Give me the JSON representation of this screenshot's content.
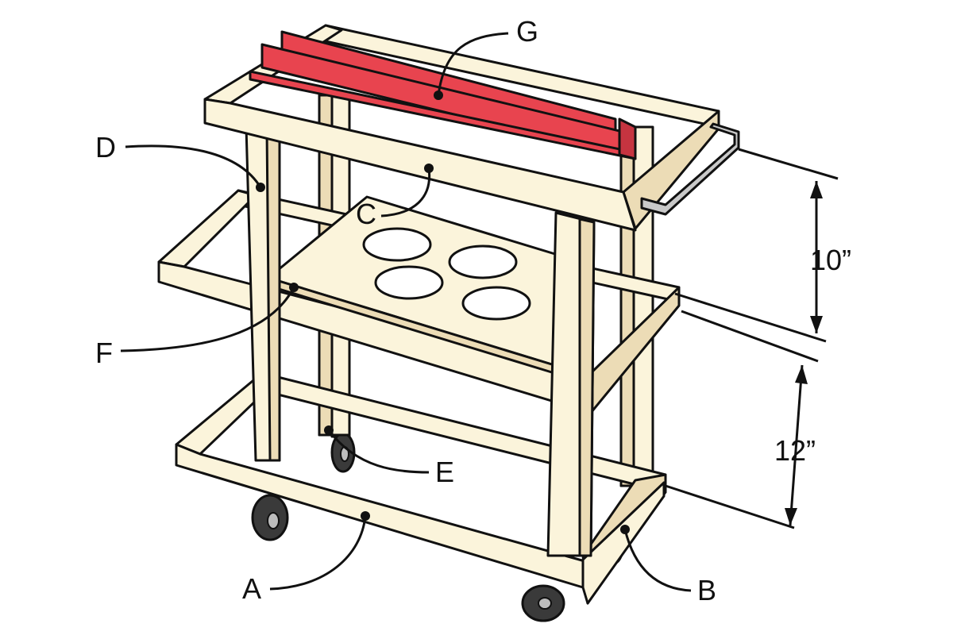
{
  "colors": {
    "wood_light": "#fbf4db",
    "wood_shade": "#ecdcb6",
    "fence_red": "#e8444f",
    "outline": "#111111",
    "handle_gray": "#c9c9c9"
  },
  "labels": {
    "a": "A",
    "b": "B",
    "c": "C",
    "d": "D",
    "e": "E",
    "f": "F",
    "g": "G"
  },
  "dimensions": {
    "upper_gap": "10”",
    "lower_gap": "12”"
  }
}
